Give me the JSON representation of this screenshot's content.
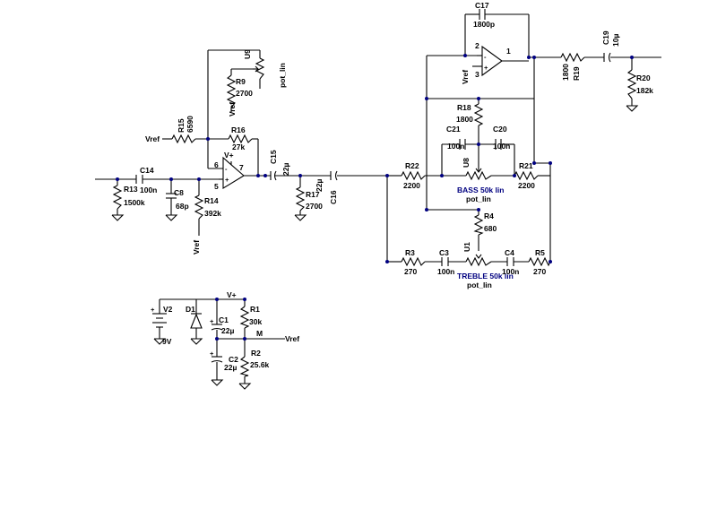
{
  "labels": {
    "c17": "C17",
    "c17v": "1800p",
    "u9": "U9",
    "u9pot": "pot_lin",
    "r9": "R9",
    "r9v": "2700",
    "vref_r9": "Vref",
    "r15": "R15",
    "r15v": "6590",
    "vref_r15": "Vref",
    "r16": "R16",
    "r16v": "27k",
    "vplus_u1": "V+",
    "pin6": "6",
    "pin7": "7",
    "pin5": "5",
    "c15": "C15",
    "c15v": "22µ",
    "c14": "C14",
    "c14v": "100n",
    "r13": "R13",
    "r13v": "1500k",
    "c8": "C8",
    "c8v": "68p",
    "r14": "R14",
    "r14v": "392k",
    "vref_r14": "Vref",
    "r17": "R17",
    "r17v": "2700",
    "c16": "C16",
    "c16v": "22µ",
    "pin2": "2",
    "pin1": "1",
    "pin3": "3",
    "vref_u2": "Vref",
    "r19": "R19",
    "r19v": "1800",
    "c19": "C19",
    "c19v": "10µ",
    "r20": "R20",
    "r20v": "182k",
    "r18": "R18",
    "r18v": "1800",
    "c21": "C21",
    "c21v": "100n",
    "c20": "C20",
    "c20v": "100n",
    "u8": "U8",
    "bass": "BASS 50k lin",
    "bass_pot": "pot_lin",
    "r22": "R22",
    "r22v": "2200",
    "r21": "R21",
    "r21v": "2200",
    "r4": "R4",
    "r4v": "680",
    "u1": "U1",
    "r3": "R3",
    "r3v": "270",
    "c3": "C3",
    "c3v": "100n",
    "c4": "C4",
    "c4v": "100n",
    "r5": "R5",
    "r5v": "270",
    "treble": "TREBLE 50k lin",
    "treble_pot": "pot_lin",
    "v2": "V2",
    "v2v": "9V",
    "d1": "D1",
    "vplus_sup": "V+",
    "c1": "C1",
    "c1v": "22µ",
    "r1": "R1",
    "r1v": "30k",
    "m": "M",
    "vref_sup": "Vref",
    "c2": "C2",
    "c2v": "22µ",
    "r2": "R2",
    "r2v": "25.6k"
  }
}
